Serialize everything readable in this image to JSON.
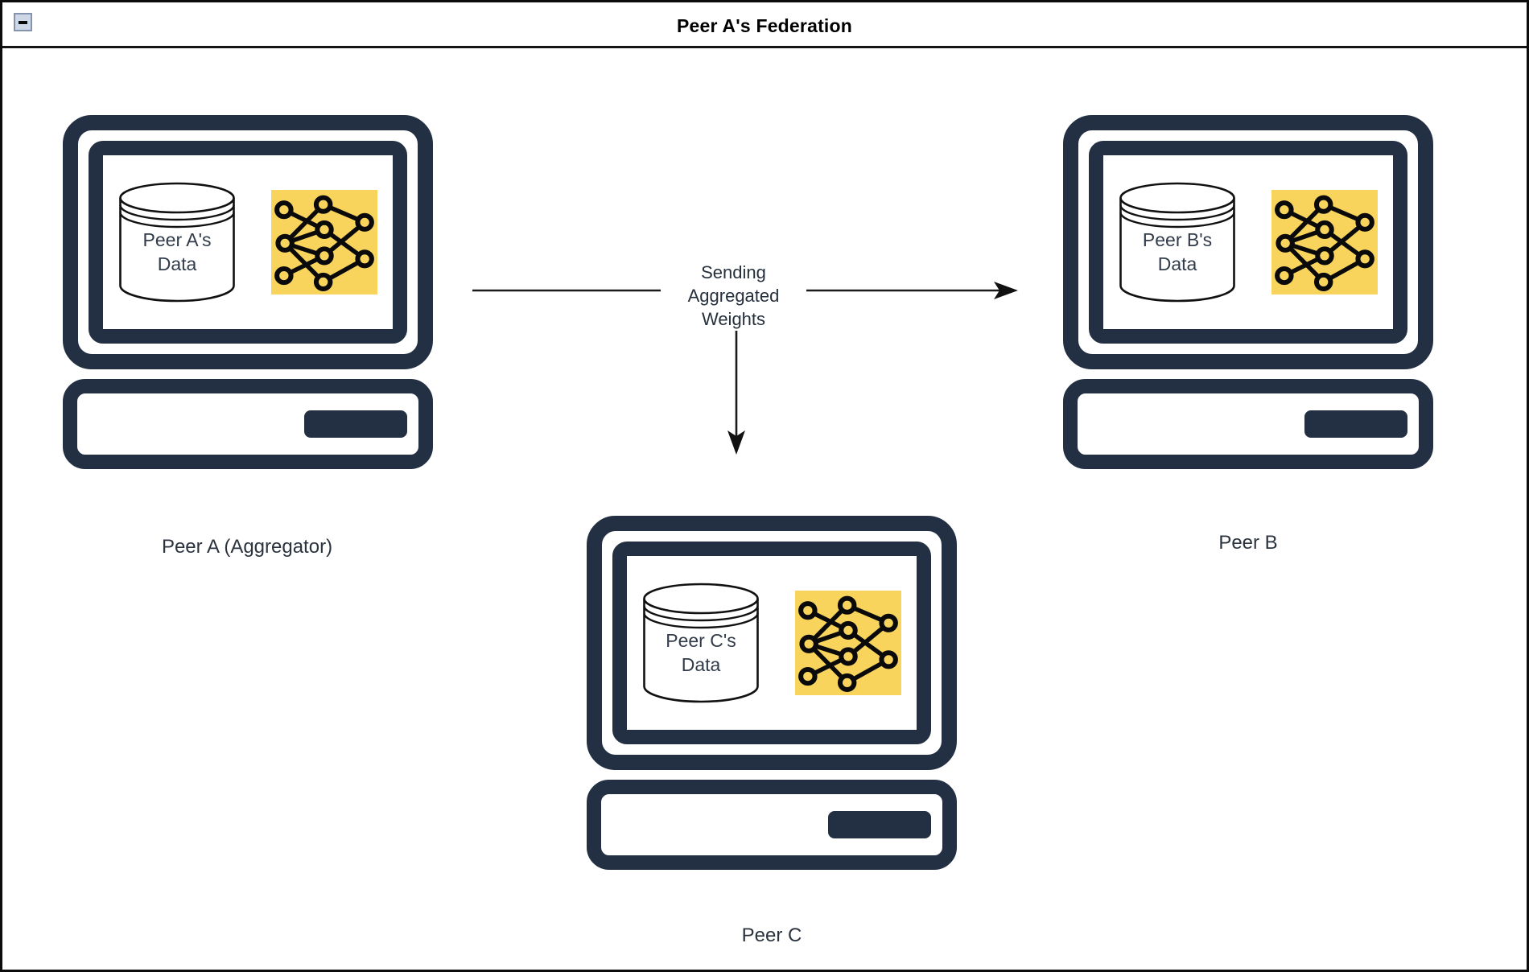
{
  "window": {
    "title": "Peer A's Federation",
    "collapse_icon": "minus-in-square"
  },
  "colors": {
    "computer_body": "#233043",
    "nn_background": "#F9D45C",
    "nn_lines": "#0a0a0a",
    "arrow": "#1a1a1a",
    "frame_border": "#0c0c0c",
    "collapse_bg": "#cdd7e6"
  },
  "peers": {
    "a": {
      "label": "Peer A (Aggregator)",
      "db_label": "Peer A's\nData"
    },
    "b": {
      "label": "Peer B",
      "db_label": "Peer B's\nData"
    },
    "c": {
      "label": "Peer C",
      "db_label": "Peer C's\nData"
    }
  },
  "connections": {
    "a_to_b": {
      "type": "arrow-right"
    },
    "a_to_c": {
      "type": "arrow-down"
    },
    "label": "Sending\nAggregated\nWeights"
  }
}
